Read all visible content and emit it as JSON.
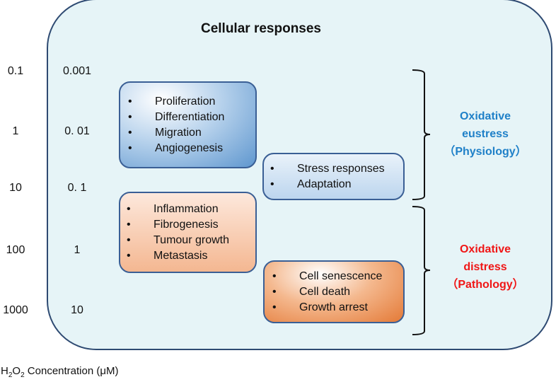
{
  "title": "Cellular responses",
  "scale": {
    "column1": [
      "0.1",
      "1",
      "10",
      "100",
      "1000"
    ],
    "column2": [
      "0.001",
      "0. 01",
      "0. 1",
      "1",
      "10"
    ]
  },
  "boxes": {
    "eustress_primary": [
      "Proliferation",
      "Differentiation",
      "Migration",
      "Angiogenesis"
    ],
    "eustress_secondary": [
      "Stress responses",
      "Adaptation"
    ],
    "distress_primary": [
      "Inflammation",
      "Fibrogenesis",
      "Tumour growth",
      "Metastasis"
    ],
    "distress_secondary": [
      "Cell senescence",
      "Cell death",
      "Growth arrest"
    ]
  },
  "bullet": "•",
  "labels": {
    "eustress": {
      "line1": "Oxidative",
      "line2": "eustress",
      "line3": "（Physiology）",
      "color": "#1f80c8"
    },
    "distress": {
      "line1": "Oxidative",
      "line2": "distress",
      "line3": "（Pathology）",
      "color": "#f01616"
    }
  },
  "footer": {
    "prefix": "H",
    "sub1": "2",
    "mid": "O",
    "sub2": "2",
    "suffix": " Concentration (μM)"
  }
}
